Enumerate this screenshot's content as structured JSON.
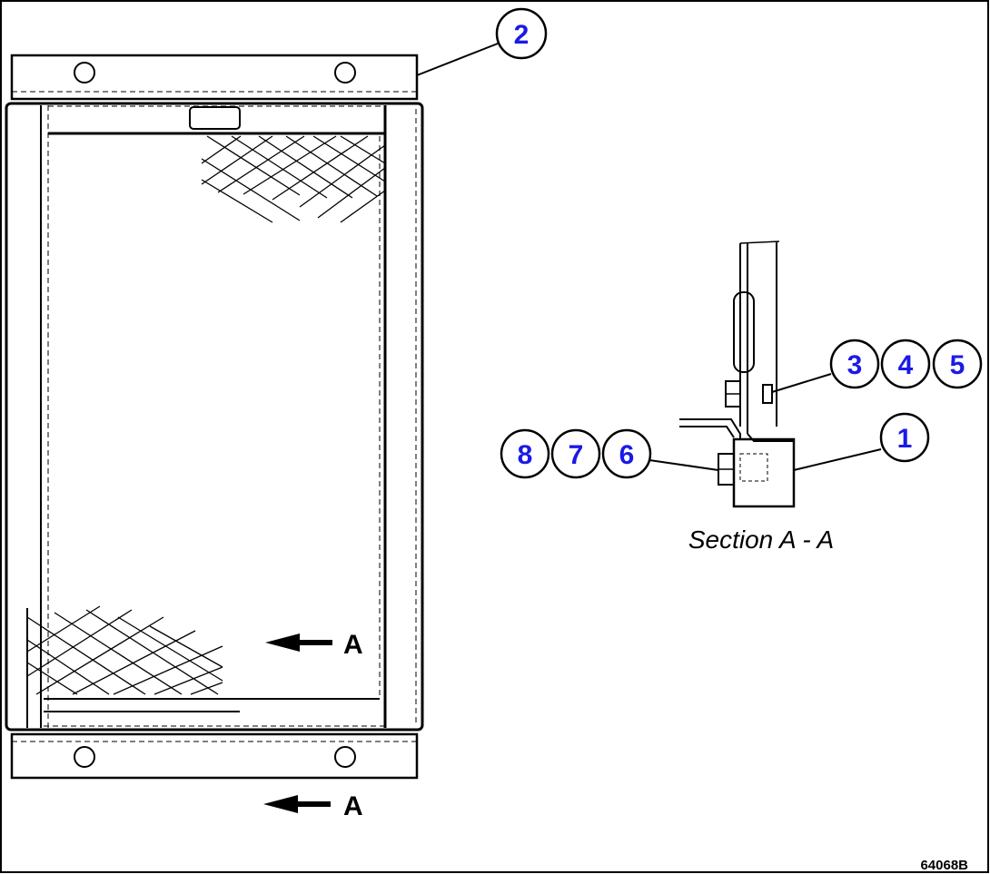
{
  "callouts": {
    "c1": "1",
    "c2": "2",
    "c3": "3",
    "c4": "4",
    "c5": "5",
    "c6": "6",
    "c7": "7",
    "c8": "8"
  },
  "section_arrows": {
    "upper": "A",
    "lower": "A"
  },
  "section_label": "Section A - A",
  "figure_id": "64068B",
  "colors": {
    "callout_number": "#1a1ae6",
    "line": "#000000",
    "background": "#ffffff"
  }
}
